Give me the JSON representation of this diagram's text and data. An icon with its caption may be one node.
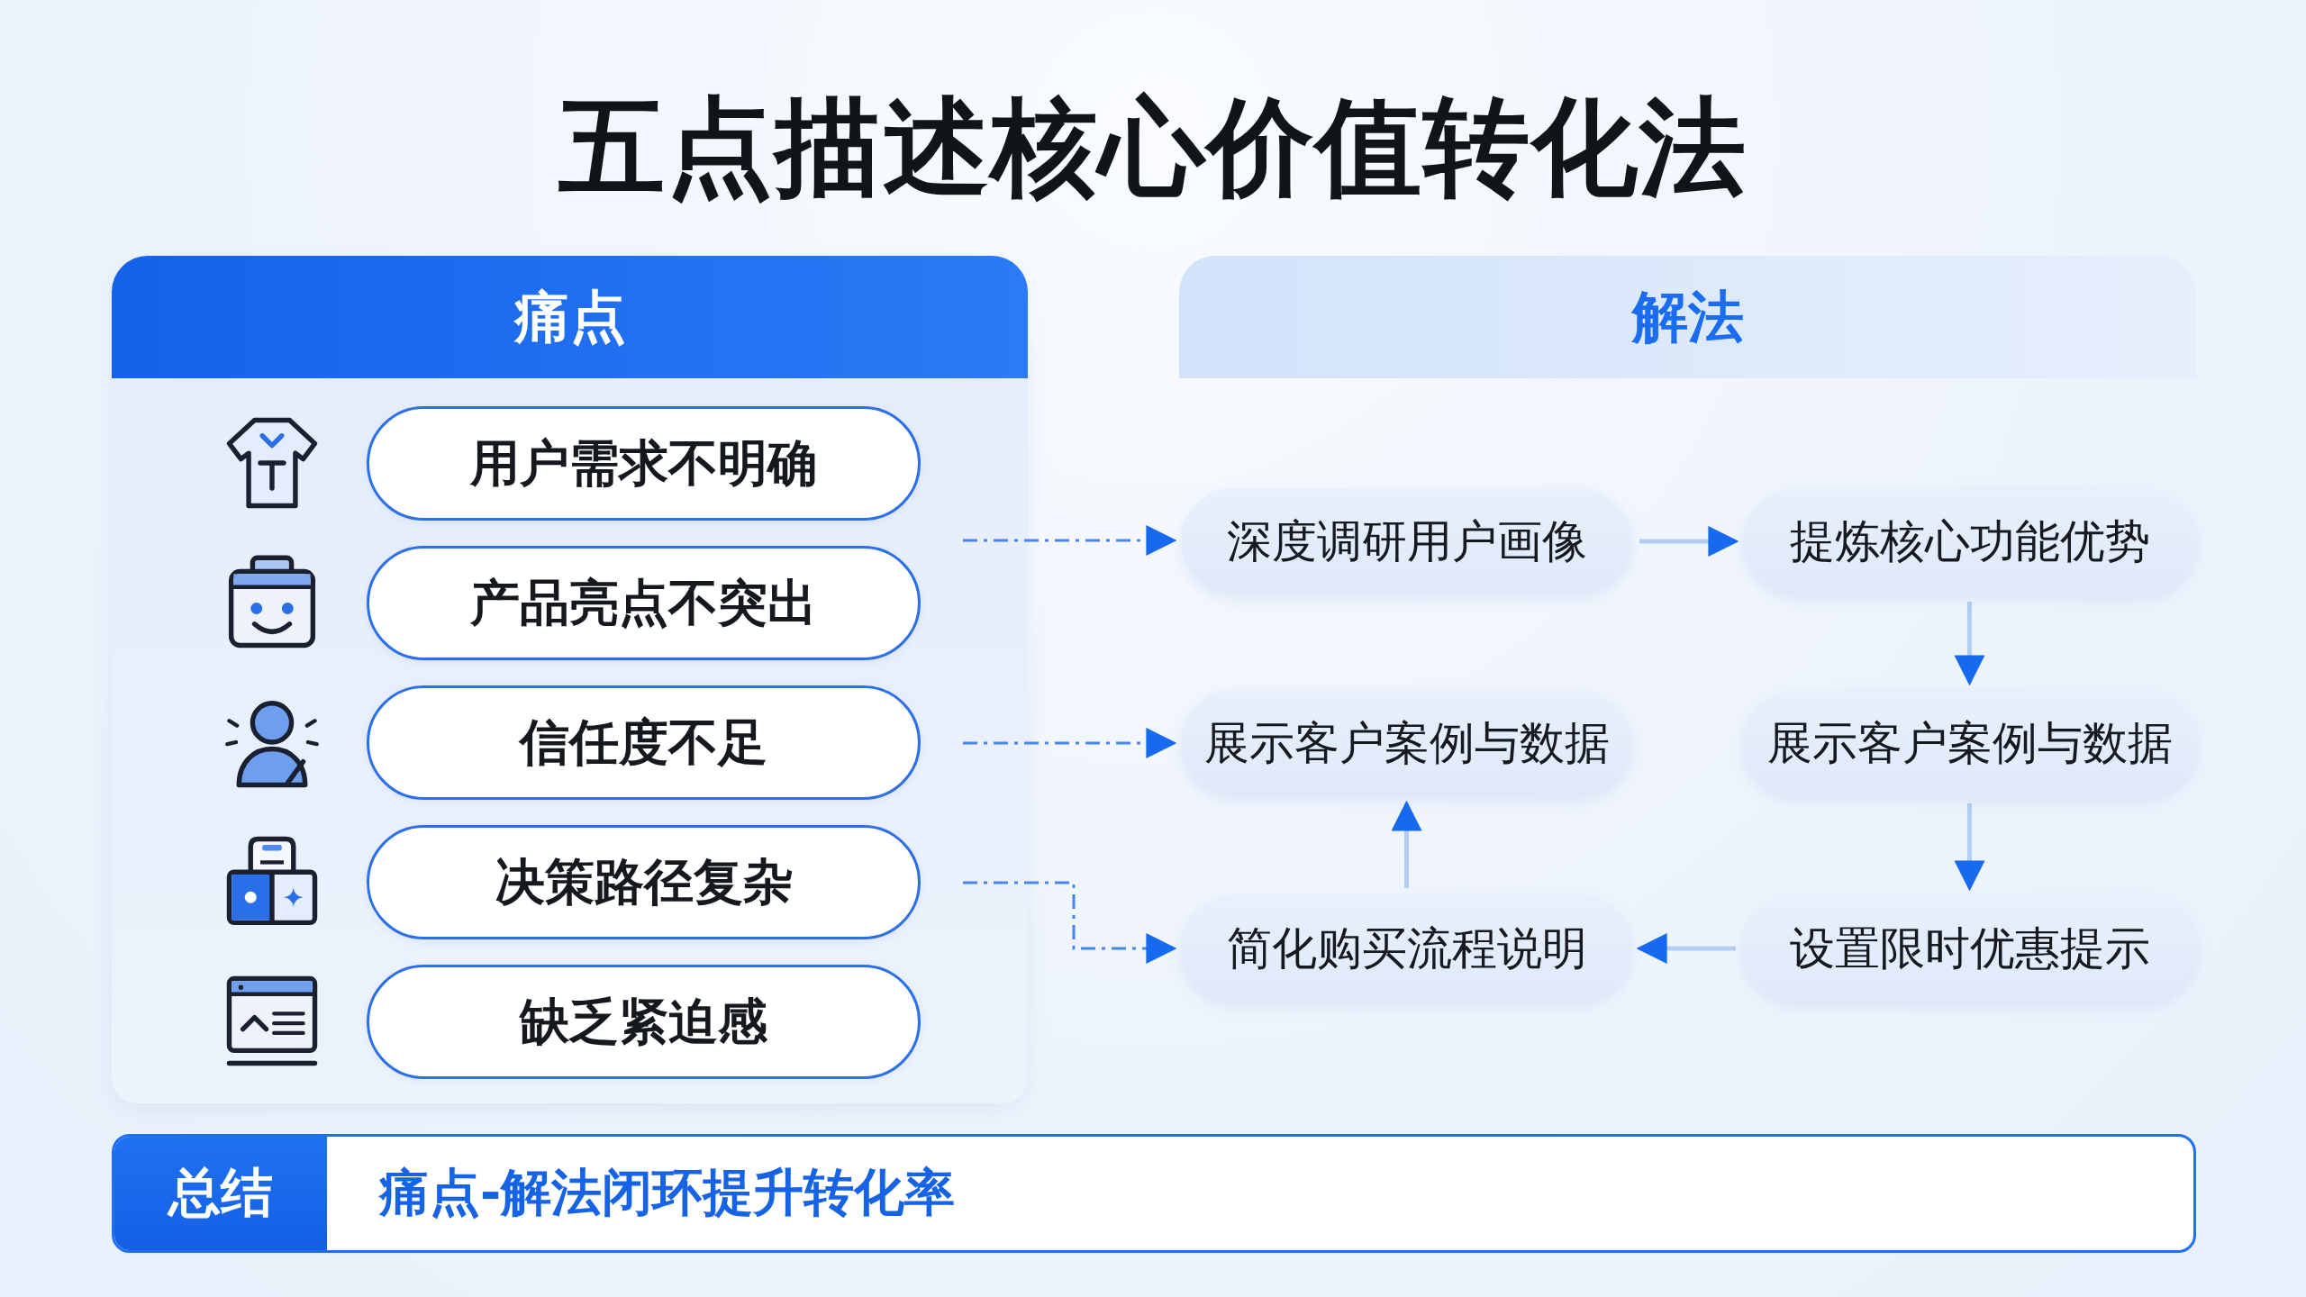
{
  "diagram": {
    "title": "五点描述核心价值转化法",
    "nodes": [
      {
        "text": [],
        "shape": "box"
      },
      {
        "text": [
          "痛点"
        ],
        "in": 0
      },
      {
        "text": [
          "用户需求不明确"
        ],
        "in": 0
      },
      {
        "text": [
          "产品亮点不突出"
        ],
        "in": 0
      },
      {
        "text": [
          "信任度不足"
        ],
        "in": 0
      },
      {
        "text": [
          "决策路径复杂"
        ],
        "in": 0
      },
      {
        "text": [
          "缺乏紧迫感"
        ],
        "in": 0
      },
      {
        "text": [
          "解法"
        ]
      },
      {
        "text": [
          "深度调研用户画像"
        ]
      },
      {
        "text": [
          "提炼核心功能优势"
        ]
      },
      {
        "text": [
          "展示客户案例与数据"
        ]
      },
      {
        "text": [
          "展示客户案例与数据"
        ]
      },
      {
        "text": [
          "简化购买流程说明"
        ]
      },
      {
        "text": [
          "设置限时优惠提示"
        ]
      },
      {
        "text": [
          "总结",
          "痛点-解法闭环提升转化率"
        ]
      }
    ],
    "edges": [
      {
        "from": null,
        "to": 8,
        "arrow": "to",
        "style": "dashed",
        "color": "#4a86e8"
      },
      {
        "from": null,
        "to": 10,
        "arrow": "to",
        "style": "dashed",
        "color": "#4a86e8"
      },
      {
        "from": null,
        "to": 12,
        "arrow": "to",
        "style": "dashed",
        "color": "#4a86e8"
      },
      {
        "from": 8,
        "to": 9,
        "arrow": "to"
      },
      {
        "from": 9,
        "to": 11,
        "arrow": "to"
      },
      {
        "from": 11,
        "to": 13,
        "arrow": "to"
      },
      {
        "from": 13,
        "to": 12,
        "arrow": "to"
      },
      {
        "from": 12,
        "to": 10,
        "arrow": "to"
      }
    ]
  }
}
